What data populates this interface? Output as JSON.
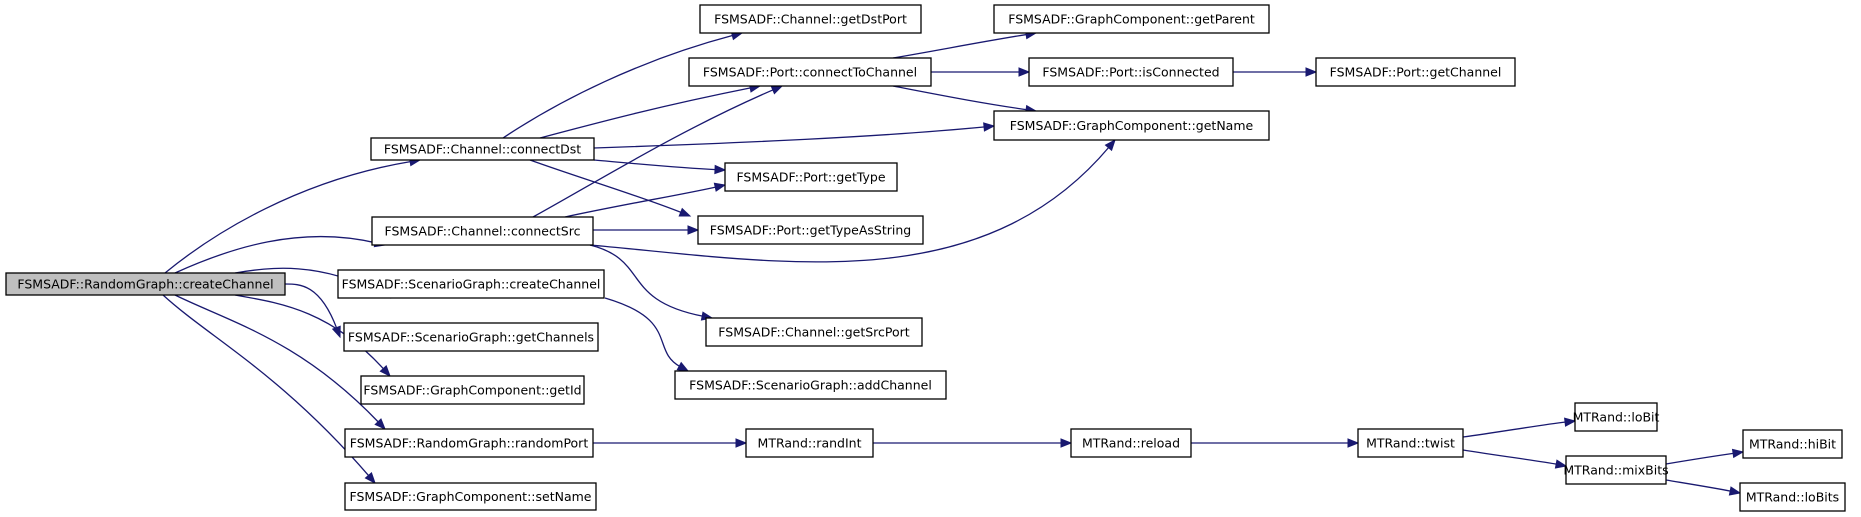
{
  "diagram": {
    "type": "call-graph",
    "root": "FSMSADF::RandomGraph::createChannel",
    "colors": {
      "edge": "#191970",
      "node_border": "#000000",
      "root_fill": "#bfbfbf",
      "node_fill": "#ffffff"
    },
    "nodes": [
      {
        "id": "createChannelRG",
        "label": "FSMSADF::RandomGraph::createChannel",
        "root": true
      },
      {
        "id": "connectDst",
        "label": "FSMSADF::Channel::connectDst"
      },
      {
        "id": "connectSrc",
        "label": "FSMSADF::Channel::connectSrc"
      },
      {
        "id": "createChannelSG",
        "label": "FSMSADF::ScenarioGraph::createChannel"
      },
      {
        "id": "getChannels",
        "label": "FSMSADF::ScenarioGraph::getChannels"
      },
      {
        "id": "getId",
        "label": "FSMSADF::GraphComponent::getId"
      },
      {
        "id": "randomPort",
        "label": "FSMSADF::RandomGraph::randomPort"
      },
      {
        "id": "setName",
        "label": "FSMSADF::GraphComponent::setName"
      },
      {
        "id": "getDstPort",
        "label": "FSMSADF::Channel::getDstPort"
      },
      {
        "id": "connectToChannel",
        "label": "FSMSADF::Port::connectToChannel"
      },
      {
        "id": "getType",
        "label": "FSMSADF::Port::getType"
      },
      {
        "id": "getTypeAsString",
        "label": "FSMSADF::Port::getTypeAsString"
      },
      {
        "id": "getSrcPort",
        "label": "FSMSADF::Channel::getSrcPort"
      },
      {
        "id": "addChannel",
        "label": "FSMSADF::ScenarioGraph::addChannel"
      },
      {
        "id": "randInt",
        "label": "MTRand::randInt"
      },
      {
        "id": "getParent",
        "label": "FSMSADF::GraphComponent::getParent"
      },
      {
        "id": "isConnected",
        "label": "FSMSADF::Port::isConnected"
      },
      {
        "id": "getName",
        "label": "FSMSADF::GraphComponent::getName"
      },
      {
        "id": "reload",
        "label": "MTRand::reload"
      },
      {
        "id": "getChannel",
        "label": "FSMSADF::Port::getChannel"
      },
      {
        "id": "twist",
        "label": "MTRand::twist"
      },
      {
        "id": "loBit",
        "label": "MTRand::loBit"
      },
      {
        "id": "mixBits",
        "label": "MTRand::mixBits"
      },
      {
        "id": "hiBit",
        "label": "MTRand::hiBit"
      },
      {
        "id": "loBits",
        "label": "MTRand::loBits"
      }
    ],
    "edges": [
      {
        "from": "createChannelRG",
        "to": "connectDst"
      },
      {
        "from": "createChannelRG",
        "to": "connectSrc"
      },
      {
        "from": "createChannelRG",
        "to": "createChannelSG"
      },
      {
        "from": "createChannelRG",
        "to": "getChannels"
      },
      {
        "from": "createChannelRG",
        "to": "getId"
      },
      {
        "from": "createChannelRG",
        "to": "randomPort"
      },
      {
        "from": "createChannelRG",
        "to": "setName"
      },
      {
        "from": "connectDst",
        "to": "getDstPort"
      },
      {
        "from": "connectDst",
        "to": "connectToChannel"
      },
      {
        "from": "connectDst",
        "to": "getName"
      },
      {
        "from": "connectDst",
        "to": "getType"
      },
      {
        "from": "connectDst",
        "to": "getTypeAsString"
      },
      {
        "from": "connectSrc",
        "to": "connectToChannel"
      },
      {
        "from": "connectSrc",
        "to": "getType"
      },
      {
        "from": "connectSrc",
        "to": "getTypeAsString"
      },
      {
        "from": "connectSrc",
        "to": "getName"
      },
      {
        "from": "connectSrc",
        "to": "getSrcPort"
      },
      {
        "from": "createChannelSG",
        "to": "addChannel"
      },
      {
        "from": "randomPort",
        "to": "randInt"
      },
      {
        "from": "connectToChannel",
        "to": "getParent"
      },
      {
        "from": "connectToChannel",
        "to": "isConnected"
      },
      {
        "from": "connectToChannel",
        "to": "getName"
      },
      {
        "from": "isConnected",
        "to": "getChannel"
      },
      {
        "from": "randInt",
        "to": "reload"
      },
      {
        "from": "reload",
        "to": "twist"
      },
      {
        "from": "twist",
        "to": "loBit"
      },
      {
        "from": "twist",
        "to": "mixBits"
      },
      {
        "from": "mixBits",
        "to": "hiBit"
      },
      {
        "from": "mixBits",
        "to": "loBits"
      }
    ]
  }
}
